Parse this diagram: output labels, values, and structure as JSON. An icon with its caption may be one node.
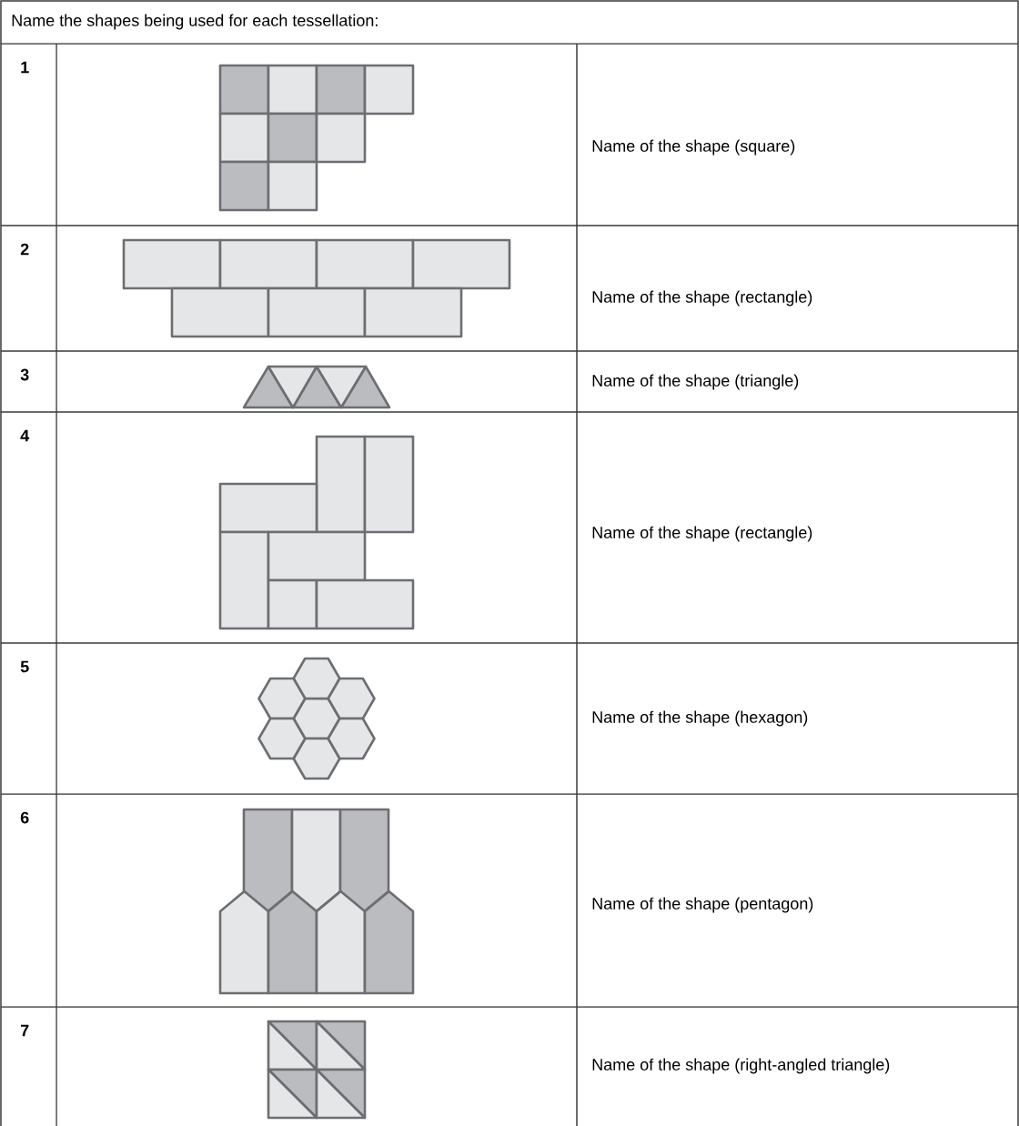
{
  "diagram": {
    "labels": [
      "Name the shapes being used for each tessellation:",
      "1",
      "Name of the shape (square)",
      "2",
      "Name of the shape (rectangle)",
      "3",
      "Name of the shape (triangle)",
      "4",
      "Name of the shape (rectangle)",
      "5",
      "Name of the shape (hexagon)",
      "6",
      "Name of the shape (pentagon)",
      "7",
      "Name of the shape (right-angled triangle)"
    ]
  }
}
